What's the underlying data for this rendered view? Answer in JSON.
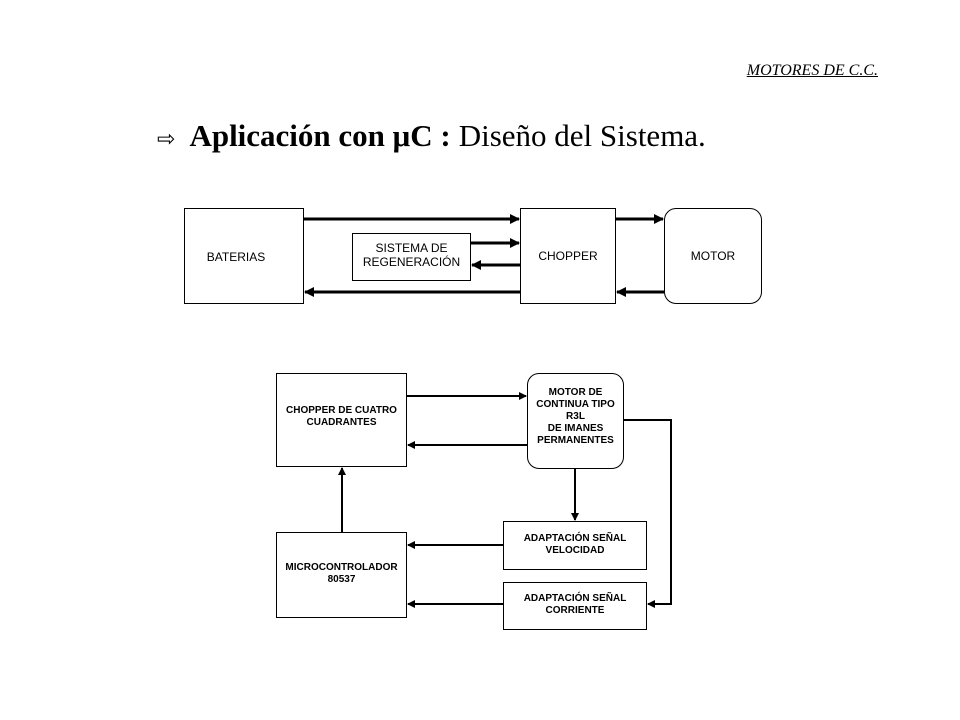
{
  "header": {
    "text": "MOTORES DE C.C."
  },
  "title": {
    "arrow_icon": "⇨",
    "bold_part": "Aplicación con μC :",
    "normal_part": "Diseño del Sistema."
  },
  "diagram1": {
    "baterias": "BATERIAS",
    "regeneracion": "SISTEMA DE\nREGENERACIÓN",
    "chopper": "CHOPPER",
    "motor": "MOTOR"
  },
  "diagram2": {
    "chopper4": "CHOPPER DE CUATRO\nCUADRANTES",
    "motor_cc": "MOTOR DE\nCONTINUA TIPO\nR3L\nDE IMANES\nPERMANENTES",
    "micro": "MICROCONTROLADOR\n80537",
    "adapt_vel": "ADAPTACIÓN SEÑAL\nVELOCIDAD",
    "adapt_corr": "ADAPTACIÓN SEÑAL\nCORRIENTE"
  }
}
